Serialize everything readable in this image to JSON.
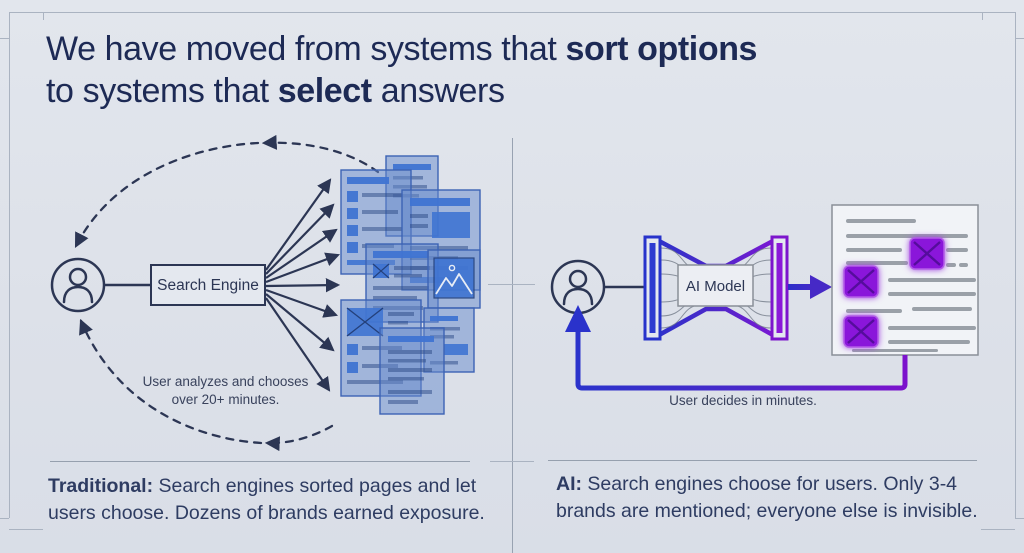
{
  "title": {
    "l1a": "We have moved from systems that ",
    "l1b": "sort options",
    "l2a": "to systems that ",
    "l2b": "select",
    "l2c": " answers"
  },
  "left_diagram": {
    "node_label": "Search Engine",
    "note_line1": "User analyzes and chooses",
    "note_line2": "over 20+ minutes."
  },
  "right_diagram": {
    "node_label": "AI Model",
    "note": "User decides in minutes."
  },
  "left_caption": {
    "lead": "Traditional:",
    "body": " Search engines sorted pages and let users choose. Dozens of brands earned exposure."
  },
  "right_caption": {
    "lead": "AI:",
    "body": " Search engines choose for users. Only 3-4 brands are mentioned; everyone else is invisible."
  },
  "colors": {
    "background": "#dee3ea",
    "ink_navy": "#2c3654",
    "title_navy": "#1d2a55",
    "accent_blue": "#2d35cc",
    "accent_purple": "#8414d6",
    "result_card_blue": "#4a79cc"
  }
}
